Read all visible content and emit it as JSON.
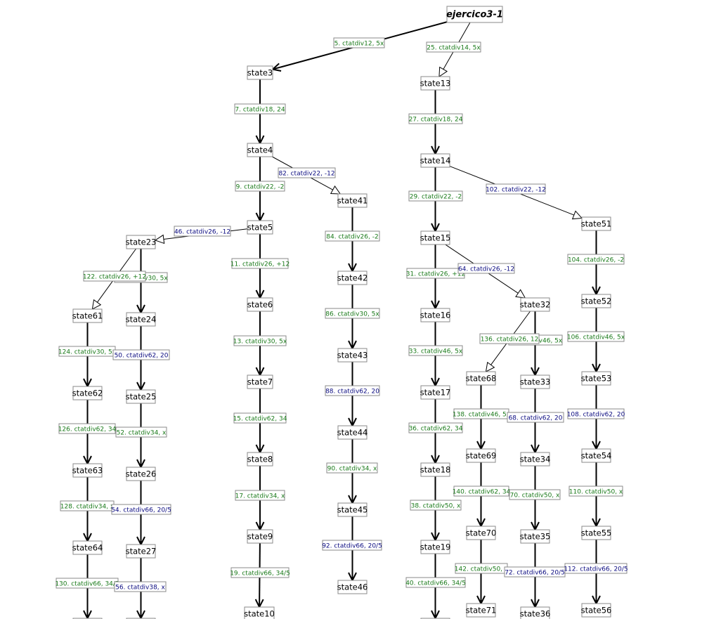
{
  "diagram": {
    "colors": {
      "green": "#1a7a1a",
      "blue": "#0a0a80"
    },
    "nodes": [
      {
        "id": "root",
        "label": "ejercico3-1"
      },
      {
        "id": "state3",
        "label": "state3"
      },
      {
        "id": "state4",
        "label": "state4"
      },
      {
        "id": "state5",
        "label": "state5"
      },
      {
        "id": "state6",
        "label": "state6"
      },
      {
        "id": "state7",
        "label": "state7"
      },
      {
        "id": "state8",
        "label": "state8"
      },
      {
        "id": "state9",
        "label": "state9"
      },
      {
        "id": "state10",
        "label": "state10"
      },
      {
        "id": "state41",
        "label": "state41"
      },
      {
        "id": "state42",
        "label": "state42"
      },
      {
        "id": "state43",
        "label": "state43"
      },
      {
        "id": "state44",
        "label": "state44"
      },
      {
        "id": "state45",
        "label": "state45"
      },
      {
        "id": "state46",
        "label": "state46"
      },
      {
        "id": "state23",
        "label": "state23"
      },
      {
        "id": "state61",
        "label": "state61"
      },
      {
        "id": "state62",
        "label": "state62"
      },
      {
        "id": "state63",
        "label": "state63"
      },
      {
        "id": "state64",
        "label": "state64"
      },
      {
        "id": "state24",
        "label": "state24"
      },
      {
        "id": "state25",
        "label": "state25"
      },
      {
        "id": "state26",
        "label": "state26"
      },
      {
        "id": "state27",
        "label": "state27"
      },
      {
        "id": "state13",
        "label": "state13"
      },
      {
        "id": "state14",
        "label": "state14"
      },
      {
        "id": "state15",
        "label": "state15"
      },
      {
        "id": "state16",
        "label": "state16"
      },
      {
        "id": "state17",
        "label": "state17"
      },
      {
        "id": "state18",
        "label": "state18"
      },
      {
        "id": "state19",
        "label": "state19"
      },
      {
        "id": "state32",
        "label": "state32"
      },
      {
        "id": "state68",
        "label": "state68"
      },
      {
        "id": "state69",
        "label": "state69"
      },
      {
        "id": "state70",
        "label": "state70"
      },
      {
        "id": "state71",
        "label": "state71"
      },
      {
        "id": "state33",
        "label": "state33"
      },
      {
        "id": "state34",
        "label": "state34"
      },
      {
        "id": "state35",
        "label": "state35"
      },
      {
        "id": "state36",
        "label": "state36"
      },
      {
        "id": "state51",
        "label": "state51"
      },
      {
        "id": "state52",
        "label": "state52"
      },
      {
        "id": "state53",
        "label": "state53"
      },
      {
        "id": "state54",
        "label": "state54"
      },
      {
        "id": "state55",
        "label": "state55"
      },
      {
        "id": "state56",
        "label": "state56"
      }
    ],
    "edges": [
      {
        "from": "root",
        "to": "state3",
        "label": "5. ctatdiv12, 5x",
        "color": "green",
        "weight": "thick"
      },
      {
        "from": "root",
        "to": "state13",
        "label": "25. ctatdiv14, 5x",
        "color": "green",
        "weight": "thin"
      },
      {
        "from": "state3",
        "to": "state4",
        "label": "7. ctatdiv18, 24",
        "color": "green",
        "weight": "thick"
      },
      {
        "from": "state4",
        "to": "state5",
        "label": "9. ctatdiv22, -2",
        "color": "green",
        "weight": "thick"
      },
      {
        "from": "state4",
        "to": "state41",
        "label": "82. ctatdiv22, -12",
        "color": "blue",
        "weight": "thin"
      },
      {
        "from": "state5",
        "to": "state6",
        "label": "11. ctatdiv26, +12",
        "color": "green",
        "weight": "thick"
      },
      {
        "from": "state5",
        "to": "state23",
        "label": "46. ctatdiv26, -12",
        "color": "blue",
        "weight": "thin"
      },
      {
        "from": "state6",
        "to": "state7",
        "label": "13. ctatdiv30, 5x",
        "color": "green",
        "weight": "thick"
      },
      {
        "from": "state7",
        "to": "state8",
        "label": "15. ctatdiv62, 34",
        "color": "green",
        "weight": "thick"
      },
      {
        "from": "state8",
        "to": "state9",
        "label": "17. ctatdiv34, x",
        "color": "green",
        "weight": "thick"
      },
      {
        "from": "state9",
        "to": "state10",
        "label": "19. ctatdiv66, 34/5",
        "color": "green",
        "weight": "thick"
      },
      {
        "from": "state41",
        "to": "state42",
        "label": "84. ctatdiv26, -2",
        "color": "green",
        "weight": "thick"
      },
      {
        "from": "state42",
        "to": "state43",
        "label": "86. ctatdiv30, 5x",
        "color": "green",
        "weight": "thick"
      },
      {
        "from": "state43",
        "to": "state44",
        "label": "88. ctatdiv62, 20",
        "color": "blue",
        "weight": "thick"
      },
      {
        "from": "state44",
        "to": "state45",
        "label": "90. ctatdiv34, x",
        "color": "green",
        "weight": "thick"
      },
      {
        "from": "state45",
        "to": "state46",
        "label": "92. ctatdiv66, 20/5",
        "color": "blue",
        "weight": "thick"
      },
      {
        "from": "state23",
        "to": "state24",
        "label": "48. ctatdiv30, 5x",
        "color": "green",
        "weight": "thick"
      },
      {
        "from": "state23",
        "to": "state61",
        "label": "122. ctatdiv26, +12",
        "color": "green",
        "weight": "thin"
      },
      {
        "from": "state61",
        "to": "state62",
        "label": "124. ctatdiv30, 5x",
        "color": "green",
        "weight": "thick"
      },
      {
        "from": "state62",
        "to": "state63",
        "label": "126. ctatdiv62, 34",
        "color": "green",
        "weight": "thick"
      },
      {
        "from": "state63",
        "to": "state64",
        "label": "128. ctatdiv34, x",
        "color": "green",
        "weight": "thick"
      },
      {
        "from": "state64",
        "to": "state64b",
        "label": "130. ctatdiv66, 34/5",
        "color": "green",
        "weight": "thick"
      },
      {
        "from": "state24",
        "to": "state25",
        "label": "50. ctatdiv62, 20",
        "color": "blue",
        "weight": "thick"
      },
      {
        "from": "state25",
        "to": "state26",
        "label": "52. ctatdiv34, x",
        "color": "green",
        "weight": "thick"
      },
      {
        "from": "state26",
        "to": "state27",
        "label": "54. ctatdiv66, 20/5",
        "color": "blue",
        "weight": "thick"
      },
      {
        "from": "state27",
        "to": "state27b",
        "label": "56. ctatdiv38, x",
        "color": "blue",
        "weight": "thick"
      },
      {
        "from": "state13",
        "to": "state14",
        "label": "27. ctatdiv18, 24",
        "color": "green",
        "weight": "thick"
      },
      {
        "from": "state14",
        "to": "state15",
        "label": "29. ctatdiv22, -2",
        "color": "green",
        "weight": "thick"
      },
      {
        "from": "state14",
        "to": "state51",
        "label": "102. ctatdiv22, -12",
        "color": "blue",
        "weight": "thin"
      },
      {
        "from": "state15",
        "to": "state16",
        "label": "31. ctatdiv26, +12",
        "color": "green",
        "weight": "thick"
      },
      {
        "from": "state15",
        "to": "state32",
        "label": "64. ctatdiv26, -12",
        "color": "blue",
        "weight": "thin"
      },
      {
        "from": "state16",
        "to": "state17",
        "label": "33. ctatdiv46, 5x",
        "color": "green",
        "weight": "thick"
      },
      {
        "from": "state17",
        "to": "state18",
        "label": "36. ctatdiv62, 34",
        "color": "green",
        "weight": "thick"
      },
      {
        "from": "state18",
        "to": "state19",
        "label": "38. ctatdiv50, x",
        "color": "green",
        "weight": "thick"
      },
      {
        "from": "state19",
        "to": "state19b",
        "label": "40. ctatdiv66, 34/5",
        "color": "green",
        "weight": "thick"
      },
      {
        "from": "state32",
        "to": "state33",
        "label": "66. ctatdiv46, 5x",
        "color": "green",
        "weight": "thick"
      },
      {
        "from": "state32",
        "to": "state68",
        "label": "136. ctatdiv26, 12",
        "color": "green",
        "weight": "thin"
      },
      {
        "from": "state68",
        "to": "state69",
        "label": "138. ctatdiv46, 5x",
        "color": "green",
        "weight": "thick"
      },
      {
        "from": "state69",
        "to": "state70",
        "label": "140. ctatdiv62, 34",
        "color": "green",
        "weight": "thick"
      },
      {
        "from": "state70",
        "to": "state71",
        "label": "142. ctatdiv50, x",
        "color": "green",
        "weight": "thick"
      },
      {
        "from": "state33",
        "to": "state34",
        "label": "68. ctatdiv62, 20",
        "color": "blue",
        "weight": "thick"
      },
      {
        "from": "state34",
        "to": "state35",
        "label": "70. ctatdiv50, x",
        "color": "green",
        "weight": "thick"
      },
      {
        "from": "state35",
        "to": "state36",
        "label": "72. ctatdiv66, 20/5",
        "color": "blue",
        "weight": "thick"
      },
      {
        "from": "state51",
        "to": "state52",
        "label": "104. ctatdiv26, -2",
        "color": "green",
        "weight": "thick"
      },
      {
        "from": "state52",
        "to": "state53",
        "label": "106. ctatdiv46, 5x",
        "color": "green",
        "weight": "thick"
      },
      {
        "from": "state53",
        "to": "state54",
        "label": "108. ctatdiv62, 20",
        "color": "blue",
        "weight": "thick"
      },
      {
        "from": "state54",
        "to": "state55",
        "label": "110. ctatdiv50, x",
        "color": "green",
        "weight": "thick"
      },
      {
        "from": "state55",
        "to": "state56",
        "label": "112. ctatdiv66, 20/5",
        "color": "blue",
        "weight": "thick"
      }
    ]
  }
}
